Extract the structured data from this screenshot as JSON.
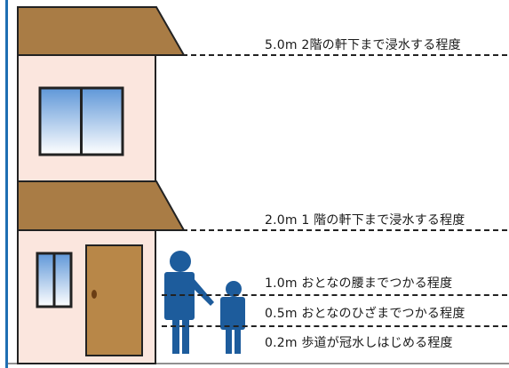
{
  "levels": [
    {
      "label": "5.0m 2階の軒下まで浸水する程度"
    },
    {
      "label": "2.0m 1 階の軒下まで浸水する程度"
    },
    {
      "label": "1.0m  おとなの腰までつかる程度"
    },
    {
      "label": "0.5m  おとなのひざまでつかる程度"
    },
    {
      "label": "0.2m  歩道が冠水しはじめる程度"
    }
  ],
  "colors": {
    "roof": "#a97c45",
    "wall": "#fbe6de",
    "outline": "#222222",
    "door": "#b88748",
    "person": "#1d5c9c",
    "frame": "#1e6fb3"
  }
}
